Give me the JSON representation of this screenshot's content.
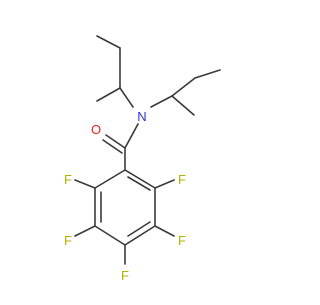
{
  "molecule": {
    "atom_labels": {
      "O": "O",
      "N": "N",
      "F1": "F",
      "F2": "F",
      "F3": "F",
      "F4": "F",
      "F5": "F"
    },
    "colors": {
      "bond": "#3a3a3a",
      "oxygen": "#e8231d",
      "nitrogen": "#3030d8",
      "fluorine": "#b5b000",
      "background": "#ffffff"
    }
  }
}
